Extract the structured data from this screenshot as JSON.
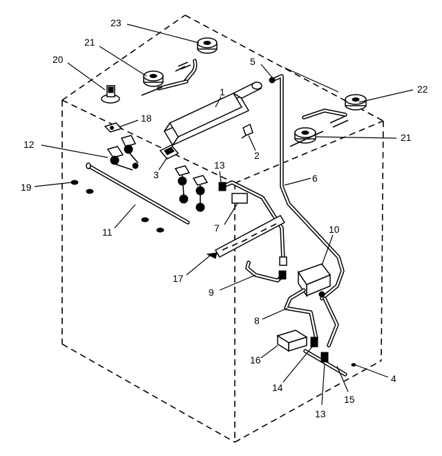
{
  "callouts": {
    "c1": "1",
    "c2": "2",
    "c3": "3",
    "c4": "4",
    "c5": "5",
    "c6": "6",
    "c7": "7",
    "c8": "8",
    "c9": "9",
    "c10": "10",
    "c11": "11",
    "c12": "12",
    "c13a": "13",
    "c13b": "13",
    "c14": "14",
    "c15": "15",
    "c16": "16",
    "c17": "17",
    "c18": "18",
    "c19": "19",
    "c20": "20",
    "c21a": "21",
    "c21b": "21",
    "c22": "22",
    "c23": "23"
  }
}
